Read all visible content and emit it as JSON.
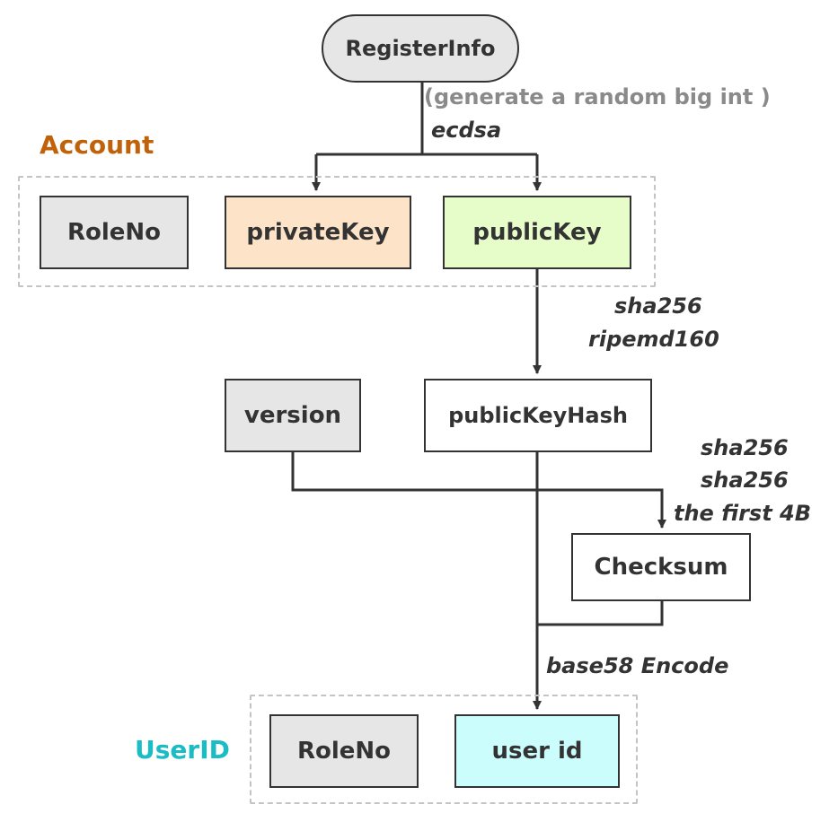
{
  "colors": {
    "stroke": "#333333",
    "group_border": "#c4c4c4",
    "account_title": "#c0620a",
    "userid_title": "#1cbcc4",
    "fill_grey": "#e6e6e6",
    "fill_orange": "#fde3c8",
    "fill_green": "#e6fdc9",
    "fill_white": "#ffffff",
    "fill_cyan": "#ccfdfd",
    "grey_text": "#8a8a8a"
  },
  "nodes": {
    "register_info": "RegisterInfo",
    "role_no_account": "RoleNo",
    "private_key": "privateKey",
    "public_key": "publicKey",
    "version": "version",
    "public_key_hash": "publicKeyHash",
    "checksum": "Checksum",
    "role_no_userid": "RoleNo",
    "user_id": "user id"
  },
  "groups": {
    "account": "Account",
    "userid": "UserID"
  },
  "edge_labels": {
    "generate": "(generate a random big int )",
    "ecdsa": "ecdsa",
    "hash_1": "sha256",
    "hash_2": "ripemd160",
    "checksum_1": "sha256",
    "checksum_2": "sha256",
    "checksum_3": "the first 4B",
    "encode": "base58 Encode"
  }
}
